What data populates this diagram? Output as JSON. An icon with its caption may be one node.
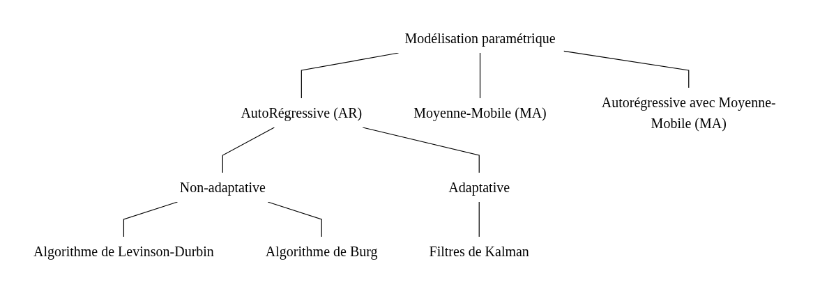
{
  "diagram": {
    "nodes": [
      {
        "text": [
          "Modélisation paramétrique"
        ]
      },
      {
        "text": [
          "AutoRégressive (AR)"
        ]
      },
      {
        "text": [
          "Moyenne-Mobile (MA)"
        ]
      },
      {
        "text": [
          "Autorégressive avec Moyenne-Mobile (MA)"
        ]
      },
      {
        "text": [
          "Non-adaptative"
        ]
      },
      {
        "text": [
          "Adaptative"
        ]
      },
      {
        "text": [
          "Algorithme de Levinson-Durbin"
        ]
      },
      {
        "text": [
          "Algorithme de Burg"
        ]
      },
      {
        "text": [
          "Filtres de Kalman"
        ]
      }
    ],
    "edges": [
      {
        "from": 0,
        "to": 1,
        "arrow": "none"
      },
      {
        "from": 0,
        "to": 2,
        "arrow": "none"
      },
      {
        "from": 0,
        "to": 3,
        "arrow": "none"
      },
      {
        "from": 1,
        "to": 4,
        "arrow": "none"
      },
      {
        "from": 1,
        "to": 5,
        "arrow": "none"
      },
      {
        "from": 4,
        "to": 6,
        "arrow": "none"
      },
      {
        "from": 4,
        "to": 7,
        "arrow": "none"
      },
      {
        "from": 5,
        "to": 8,
        "arrow": "none"
      }
    ]
  }
}
